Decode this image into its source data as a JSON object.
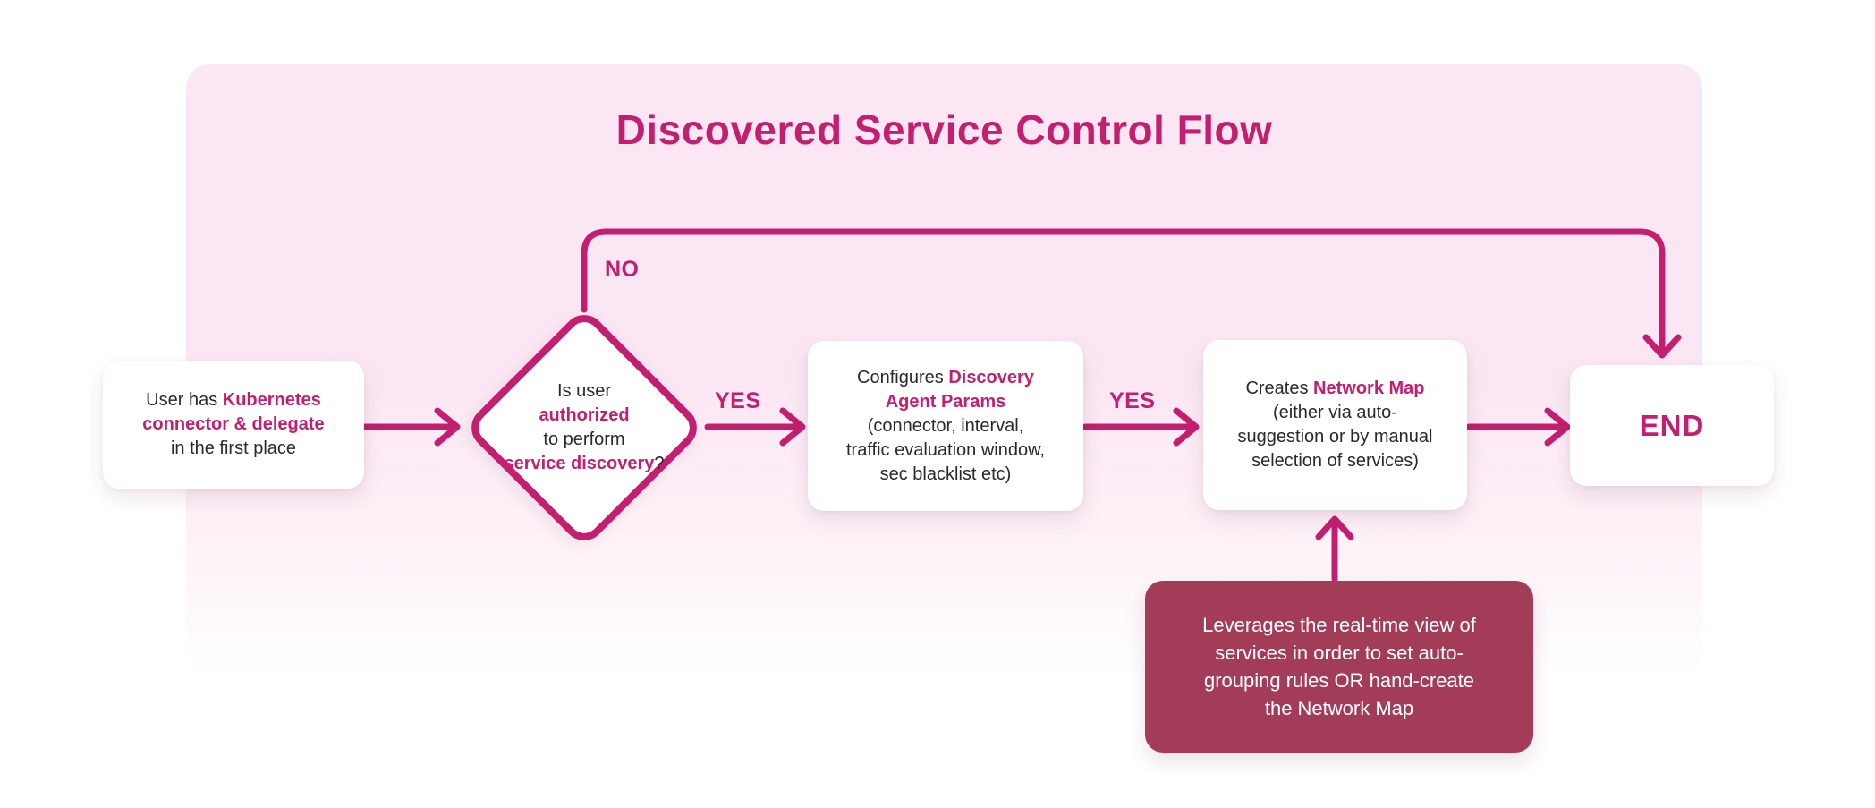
{
  "colors": {
    "accent": "#C41E70",
    "panel_top": "#FBE7F3",
    "panel_bottom": "#FFFFFF",
    "node_bg": "#FFFFFF",
    "note_bg": "#A23C58",
    "note_text": "#FFFFFF",
    "body_text": "#27292E",
    "page_bg": "#FFFFFF"
  },
  "title": "Discovered Service Control Flow",
  "nodes": {
    "start": {
      "line1_pre": "User has ",
      "line1_accent": "Kubernetes",
      "line2_accent": "connector & delegate",
      "line3": "in the first place"
    },
    "decision": {
      "line1": "Is user",
      "line2_accent": "authorized",
      "line3": "to perform",
      "line4_accent": "service discovery",
      "line4_post": "?"
    },
    "configure": {
      "line1_pre": "Configures ",
      "line1_accent": "Discovery",
      "line2_accent": "Agent Params",
      "line3": "(connector, interval,",
      "line4": "traffic evaluation window,",
      "line5": "sec blacklist etc)"
    },
    "create_map": {
      "line1_pre": "Creates ",
      "line1_accent": "Network Map",
      "line2": "(either via auto-",
      "line3": "suggestion or by manual",
      "line4": "selection of services)"
    },
    "end": {
      "label": "END"
    },
    "note": {
      "line1": "Leverages the real-time view of",
      "line2": "services in order to set auto-",
      "line3": "grouping rules OR hand-create",
      "line4": "the Network Map"
    }
  },
  "edges": {
    "no_label": "NO",
    "yes_label_1": "YES",
    "yes_label_2": "YES"
  }
}
